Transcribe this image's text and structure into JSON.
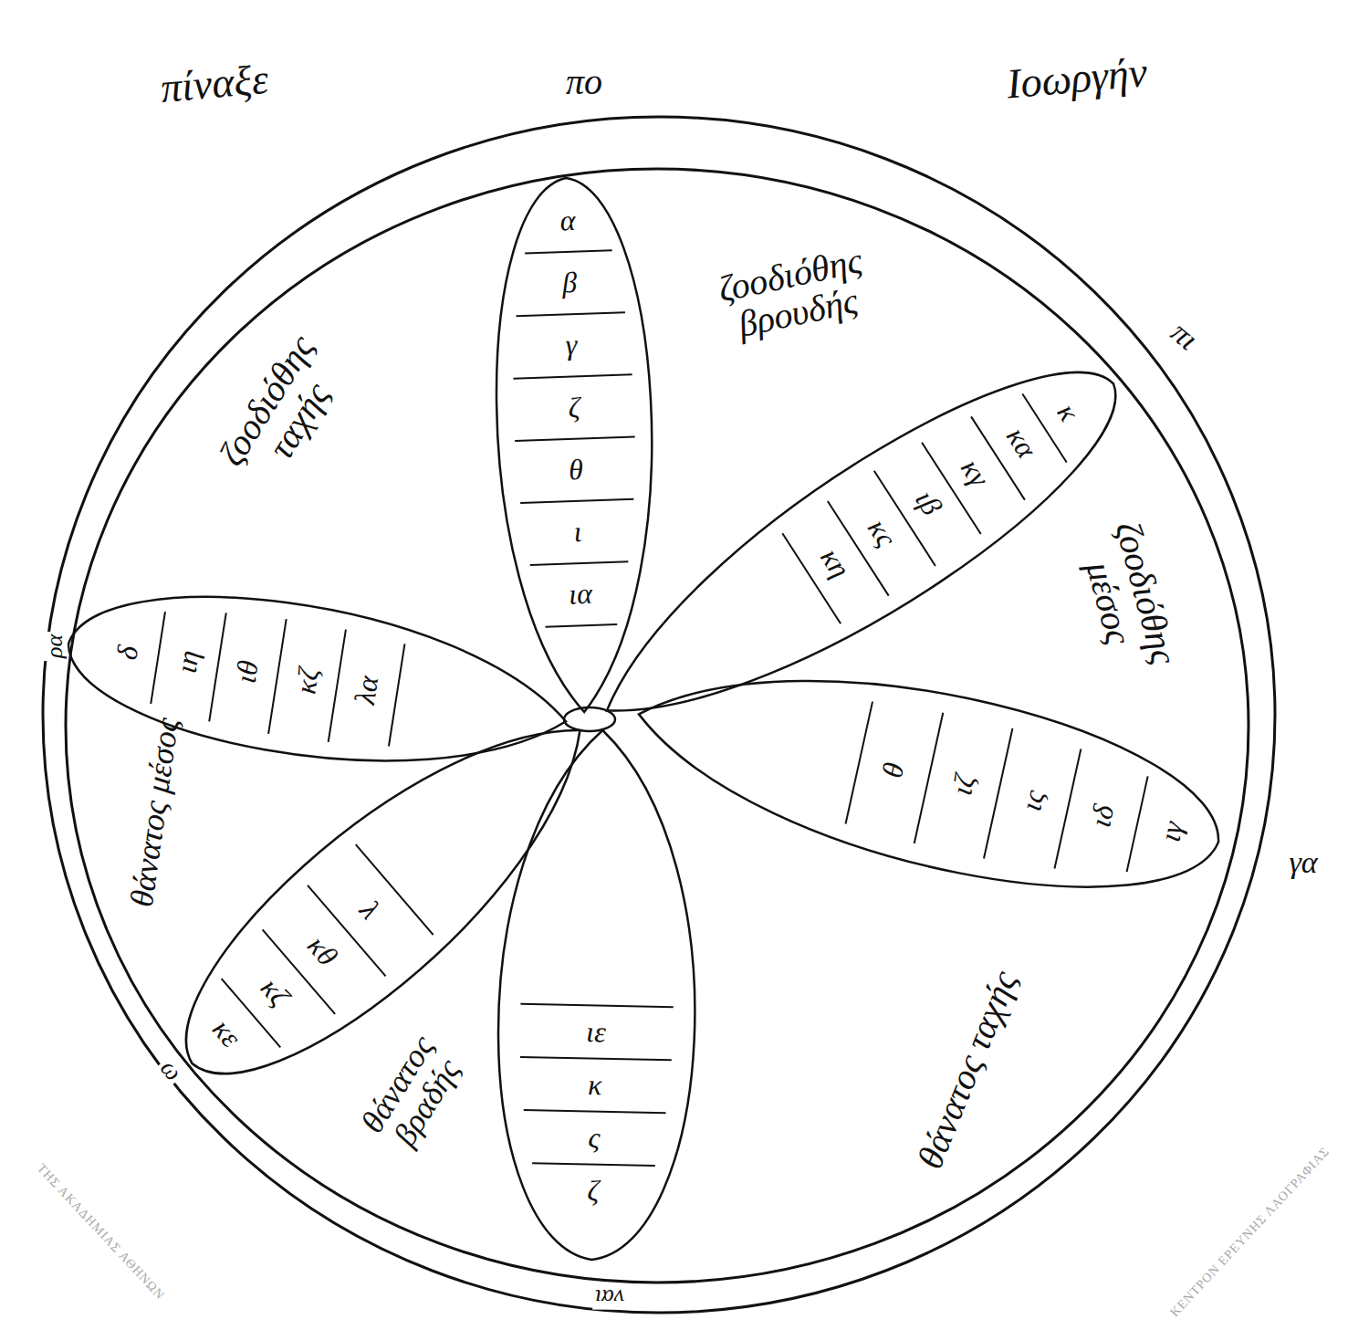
{
  "diagram": {
    "nodes": [
      {
        "text": [
          "ζοοδιόθης ταχής",
          "ζοοδιόθης βρουδής",
          "ζοοδιόθης μέσος",
          "θάνατος ταχής",
          "θάνατος βραδής",
          "θάνατος μέσος"
        ]
      },
      {
        "text": [
          "α",
          "β",
          "γ",
          "ζ",
          "θ",
          "ι",
          "ια"
        ],
        "in": 0
      },
      {
        "text": [
          "κ",
          "κα",
          "κγ",
          "ιβ",
          "κς",
          "κη"
        ],
        "in": 0
      },
      {
        "text": [
          "ιγ",
          "ιδ",
          "ις",
          "ιζ",
          "θ"
        ],
        "in": 0
      },
      {
        "text": [
          "ζ",
          "ς",
          "κ",
          "ιε"
        ],
        "in": 0
      },
      {
        "text": [
          "κε",
          "κζ",
          "κθ",
          "λ"
        ],
        "in": 0
      },
      {
        "text": [
          "δ",
          "ιη",
          "ιθ",
          "κζ",
          "λα"
        ],
        "in": 0
      }
    ],
    "labels": [
      "πίναξε",
      "πο",
      "Ιοωργήν",
      "πι",
      "γα",
      "ναι",
      "ω",
      "ρα",
      "ΤΗΣ ΑΚΑΔΗΜΙΑΣ ΑΘΗΝΩΝ",
      "ΚΕΝΤΡΟΝ ΕΡΕΥΝΗΣ ΛΑΟΓΡΑΦΙΑΣ"
    ]
  }
}
